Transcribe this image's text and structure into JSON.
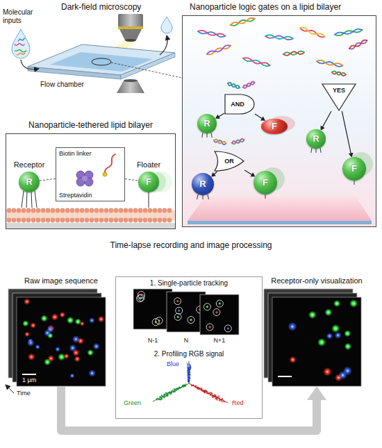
{
  "diagram": {
    "nodes": [
      {
        "text": [
          "Nanoparticle logic gates on a lipid bilayer"
        ]
      },
      {
        "text": [
          "AND"
        ],
        "in": 0
      },
      {
        "text": [
          "R"
        ],
        "in": 0
      },
      {
        "text": [
          "F"
        ],
        "in": 0
      },
      {
        "text": [
          "YES"
        ],
        "in": 0
      },
      {
        "text": [
          "R"
        ],
        "in": 0
      },
      {
        "text": [
          "F"
        ],
        "in": 0
      },
      {
        "text": [
          "OR"
        ],
        "in": 0
      },
      {
        "text": [
          "R"
        ],
        "in": 0
      },
      {
        "text": [
          "F"
        ],
        "in": 0
      },
      {
        "text": [
          "Nanoparticle-tethered lipid bilayer"
        ]
      },
      {
        "text": [
          "Receptor",
          "R"
        ],
        "in": 10
      },
      {
        "text": [
          "Biotin linker",
          "Streptavidin"
        ],
        "in": 10
      },
      {
        "text": [
          "Floater",
          "F"
        ],
        "in": 10
      },
      {
        "text": [
          "Raw image sequence",
          "1 µm"
        ]
      },
      {
        "text": [
          "1. Single-particle tracking",
          "2. Profiling RGB signal"
        ]
      },
      {
        "text": [
          "Receptor-only visualization"
        ]
      }
    ],
    "edges": [
      {
        "from": 1,
        "to": 2,
        "arrow": "to"
      },
      {
        "from": 1,
        "to": 3,
        "arrow": "to"
      },
      {
        "from": 4,
        "to": 5,
        "arrow": "to"
      },
      {
        "from": 4,
        "to": 6,
        "arrow": "to"
      },
      {
        "from": 7,
        "to": 8,
        "arrow": "to"
      },
      {
        "from": 7,
        "to": 9,
        "arrow": "to"
      },
      {
        "from": 11,
        "to": 12,
        "arrow": "none"
      },
      {
        "from": 12,
        "to": 13,
        "arrow": "none"
      },
      {
        "from": 14,
        "to": 16,
        "arrow": "to"
      }
    ],
    "labels": [
      "Dark-field microscopy",
      "Molecular inputs",
      "Flow chamber",
      "Time-lapse recording and image processing",
      "N-1",
      "N",
      "N+1",
      "Blue",
      "Green",
      "Red",
      "Time"
    ]
  }
}
